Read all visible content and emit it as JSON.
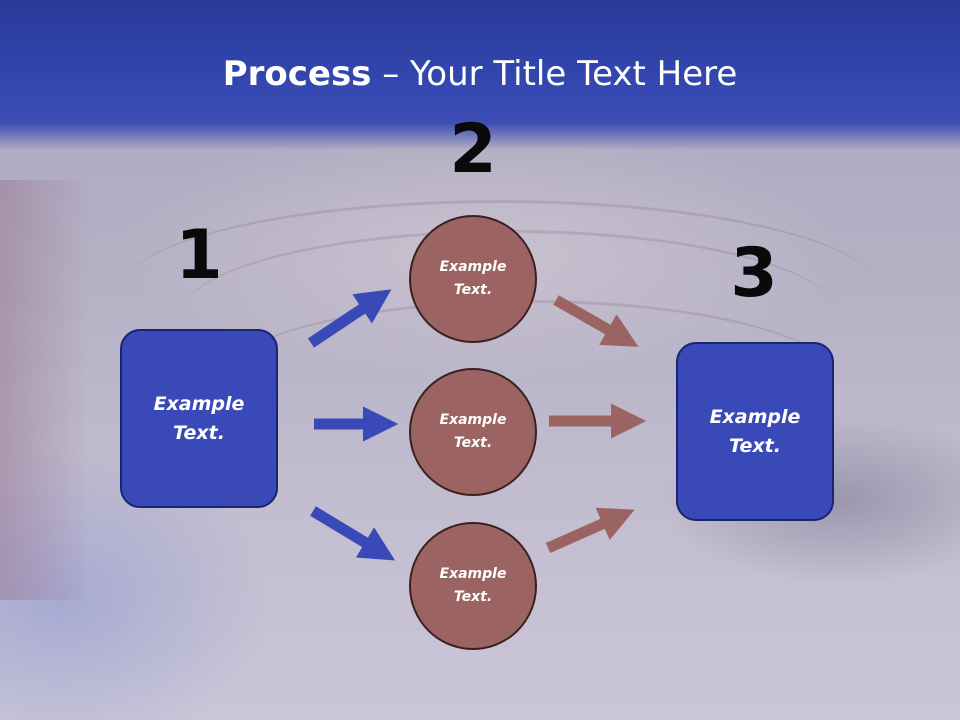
{
  "title": {
    "bold": "Process",
    "rest": " – Your Title Text Here"
  },
  "step_numbers": [
    "1",
    "2",
    "3"
  ],
  "left_box": {
    "label": "Example Text."
  },
  "circles": [
    {
      "label": "Example Text."
    },
    {
      "label": "Example Text."
    },
    {
      "label": "Example Text."
    }
  ],
  "right_box": {
    "label": "Example Text."
  },
  "colors": {
    "header": "#3347b0",
    "box_fill": "#3a49b8",
    "circle_fill": "#9b6463",
    "arrow_blue": "#3a49b8",
    "arrow_brown": "#9b6463"
  },
  "arrow_icons": [
    "arrow-right-icon",
    "arrow-right-icon",
    "arrow-right-icon",
    "arrow-right-icon",
    "arrow-right-icon",
    "arrow-right-icon"
  ]
}
